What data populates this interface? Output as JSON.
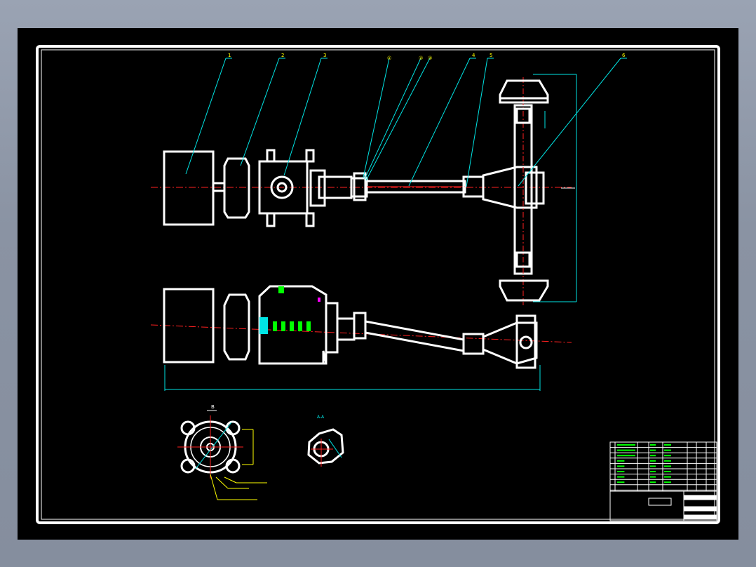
{
  "colors": {
    "background": "#8a93a3",
    "sheet": "#000000",
    "outline": "#ffffff",
    "leader": "#00e5e5",
    "centerline": "#ff2020",
    "accent_green": "#00ff00",
    "accent_magenta": "#ff00ff",
    "label": "#ffff00"
  },
  "callouts": [
    {
      "id": "c1",
      "text": "1"
    },
    {
      "id": "c2",
      "text": "2"
    },
    {
      "id": "c3",
      "text": "3"
    },
    {
      "id": "c4",
      "text": "①"
    },
    {
      "id": "c5",
      "text": "②"
    },
    {
      "id": "c6",
      "text": "③"
    },
    {
      "id": "c7",
      "text": "4"
    },
    {
      "id": "c8",
      "text": "5"
    },
    {
      "id": "c9",
      "text": "6"
    }
  ],
  "section_labels": {
    "view_a": "B",
    "view_b": "A-A"
  }
}
